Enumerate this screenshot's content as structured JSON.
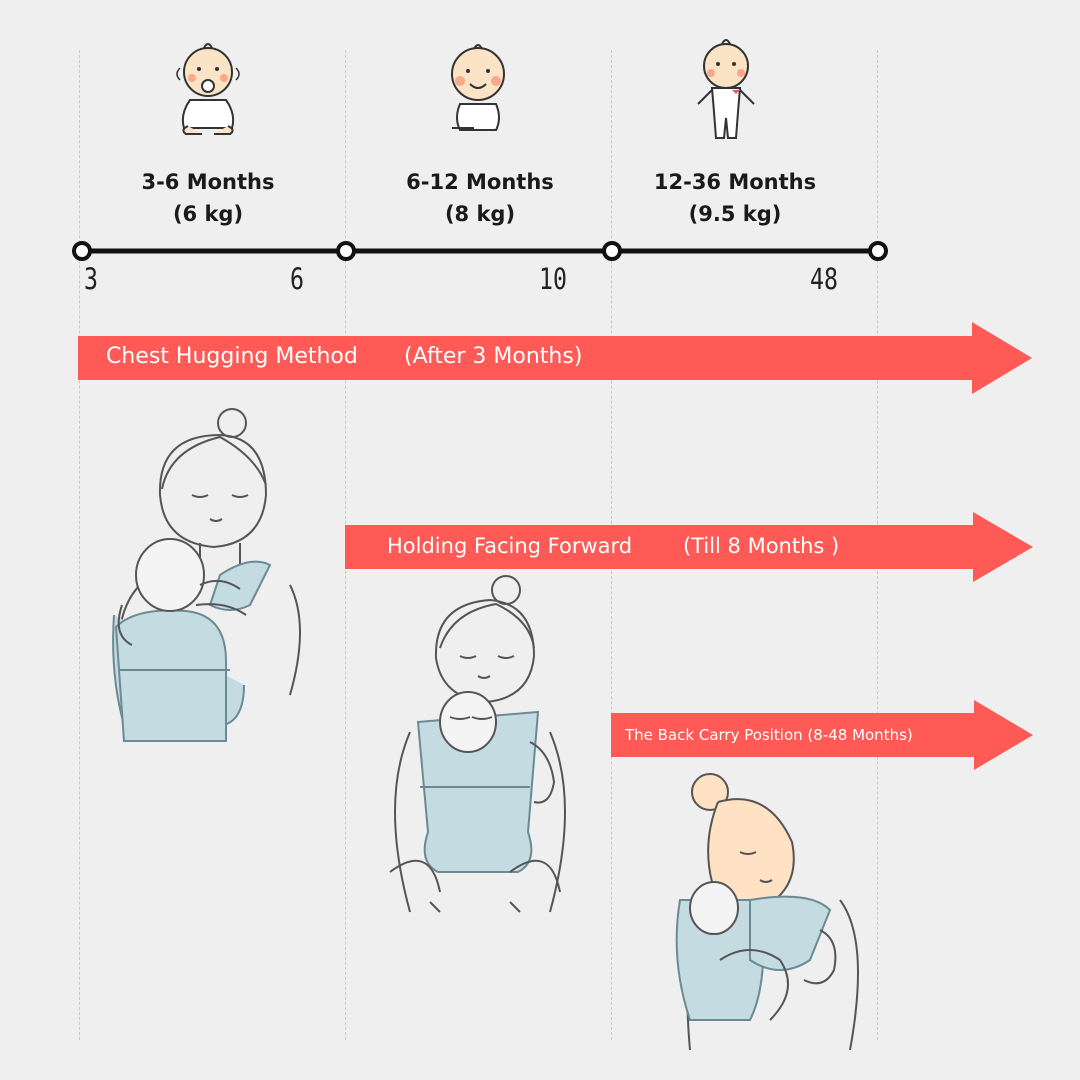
{
  "colors": {
    "background": "#efefef",
    "arrow": "#ff5a56",
    "carrier": "#c5dbe2",
    "line": "#111111"
  },
  "stages": [
    {
      "months": "3-6 Months",
      "weight": "(6 kg)",
      "icon": "baby-with-pacifier-icon"
    },
    {
      "months": "6-12 Months",
      "weight": "(8 kg)",
      "icon": "smiling-sitting-baby-icon"
    },
    {
      "months": "12-36 Months",
      "weight": "(9.5 kg)",
      "icon": "standing-toddler-icon"
    }
  ],
  "axis_ticks": [
    "3",
    "6",
    "10",
    "48"
  ],
  "methods": [
    {
      "name": "Chest Hugging Method",
      "note": "(After 3 Months)"
    },
    {
      "name": "Holding Facing Forward",
      "note": "(Till 8 Months )"
    },
    {
      "name": "The Back Carry Position (8-48 Months)",
      "note": ""
    }
  ],
  "illustrations": [
    "mother-chest-hug-illustration",
    "mother-forward-facing-illustration",
    "mother-back-carry-illustration"
  ]
}
